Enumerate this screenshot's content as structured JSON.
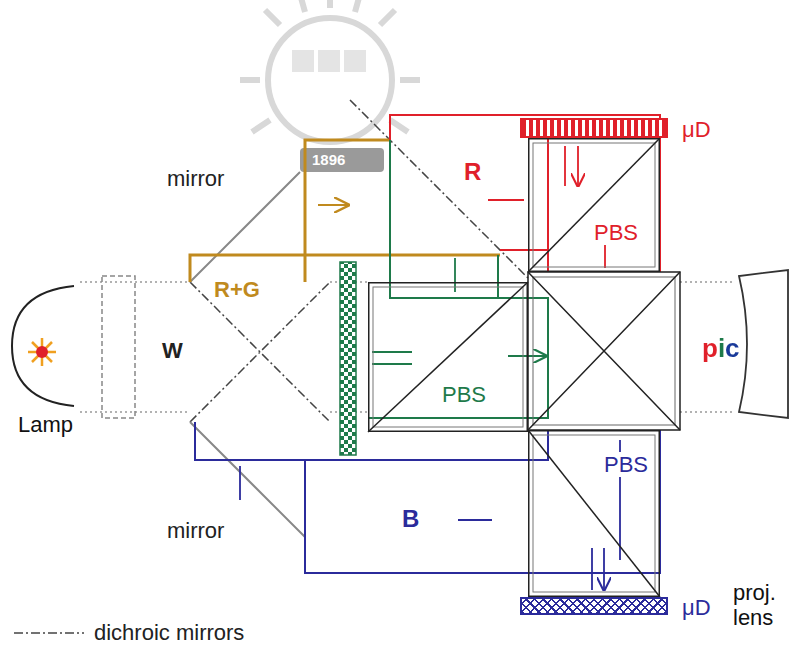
{
  "diagram": {
    "nodes": [
      {
        "text": [
          "μD"
        ]
      },
      {
        "text": [
          "PBS"
        ]
      },
      {
        "text": [
          "Lamp"
        ]
      },
      {
        "text": [
          "PBS"
        ]
      },
      {
        "text": [
          "proj. lens"
        ]
      },
      {
        "text": [
          "PBS"
        ]
      },
      {
        "text": [
          "μD"
        ]
      }
    ],
    "labels": [
      "1896",
      "mirror",
      "R",
      "R+G",
      "W",
      "pic",
      "mirror",
      "B"
    ],
    "legend": [
      {
        "text": "dichroic mirrors"
      }
    ]
  }
}
